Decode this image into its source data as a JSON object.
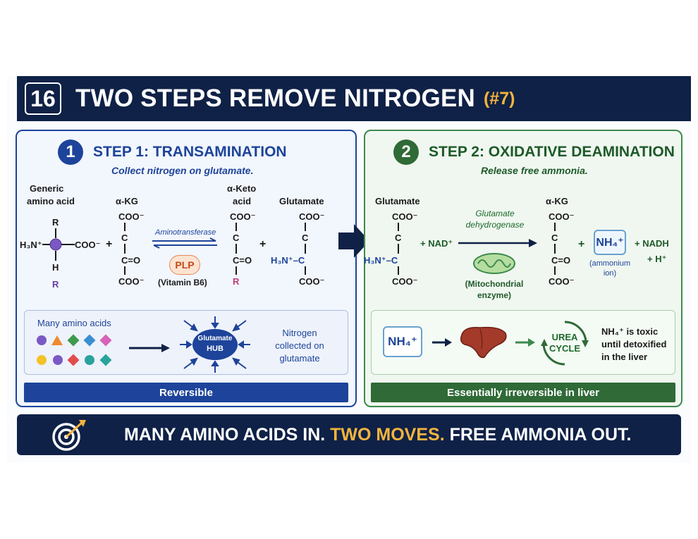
{
  "header": {
    "number": "16",
    "title": "TWO STEPS REMOVE NITROGEN",
    "tag": "(#7)"
  },
  "step1": {
    "number": "1",
    "title": "STEP 1: TRANSAMINATION",
    "subtitle": "Collect nitrogen on glutamate.",
    "generic_label_1": "Generic",
    "generic_label_2": "amino acid",
    "generic_top": "R",
    "generic_left": "H₃N⁺",
    "generic_right": "COO⁻",
    "generic_below_h": "H",
    "generic_below_r": "R",
    "plus1": "+",
    "akg_label": "α-KG",
    "akg_top": "COO⁻",
    "akg_c1": "C",
    "akg_co": "C=O",
    "akg_bottom": "COO⁻",
    "enzyme": "Aminotransferase",
    "cofactor": "PLP",
    "cofactor_note": "(Vitamin B6)",
    "keto_label_1": "α-Keto",
    "keto_label_2": "acid",
    "keto_top": "COO⁻",
    "keto_c1": "C",
    "keto_co": "C=O",
    "keto_r": "R",
    "plus2": "+",
    "glu_label": "Glutamate",
    "glu_top": "COO⁻",
    "glu_c1": "C",
    "glu_amine": "H₃N⁺–C",
    "glu_bottom": "COO⁻",
    "many_label": "Many amino acids",
    "hub_1": "Glutamate",
    "hub_2": "HUB",
    "collected_1": "Nitrogen",
    "collected_2": "collected on",
    "collected_3": "glutamate",
    "bar": "Reversible"
  },
  "step2": {
    "number": "2",
    "title": "STEP 2: OXIDATIVE DEAMINATION",
    "subtitle": "Release free ammonia.",
    "glu_label": "Glutamate",
    "glu_top": "COO⁻",
    "glu_c1": "C",
    "glu_amine": "H₃N⁺–C",
    "glu_bottom": "COO⁻",
    "nad": "+ NAD⁺",
    "enzyme_1": "Glutamate",
    "enzyme_2": "dehydrogenase",
    "mito_1": "(Mitochondrial",
    "mito_2": "enzyme)",
    "akg_label": "α-KG",
    "akg_top": "COO⁻",
    "akg_c1": "C",
    "akg_co": "C=O",
    "akg_bottom": "COO⁻",
    "plus": "+",
    "nh4": "NH₄⁺",
    "ammonium_1": "(ammonium",
    "ammonium_2": "ion)",
    "nadh": "+ NADH",
    "hplus": "+ H⁺",
    "nh4_small": "NH₄⁺",
    "urea_1": "UREA",
    "urea_2": "CYCLE",
    "toxic_1": "NH₄⁺ is toxic",
    "toxic_2": "until detoxified",
    "toxic_3": "in the liver",
    "bar": "Essentially irreversible in liver"
  },
  "footer": {
    "text_a": "MANY AMINO ACIDS IN.",
    "text_b": "TWO MOVES.",
    "text_c": "FREE AMMONIA OUT."
  },
  "colors": {
    "navy": "#0f2146",
    "blue": "#1d449a",
    "green": "#2f6a37",
    "gold": "#f3b43f",
    "amino_acid_dots": [
      "#7b59c3",
      "#f08a2e",
      "#3e9a4c",
      "#d762b6",
      "#f2c327",
      "#e14c4c",
      "#2aa39c",
      "#3a8fd0"
    ]
  },
  "icons": [
    "target-arrow-icon",
    "mitochondrion-icon",
    "liver-icon",
    "urea-cycle-icon",
    "hub-arrows-icon"
  ]
}
